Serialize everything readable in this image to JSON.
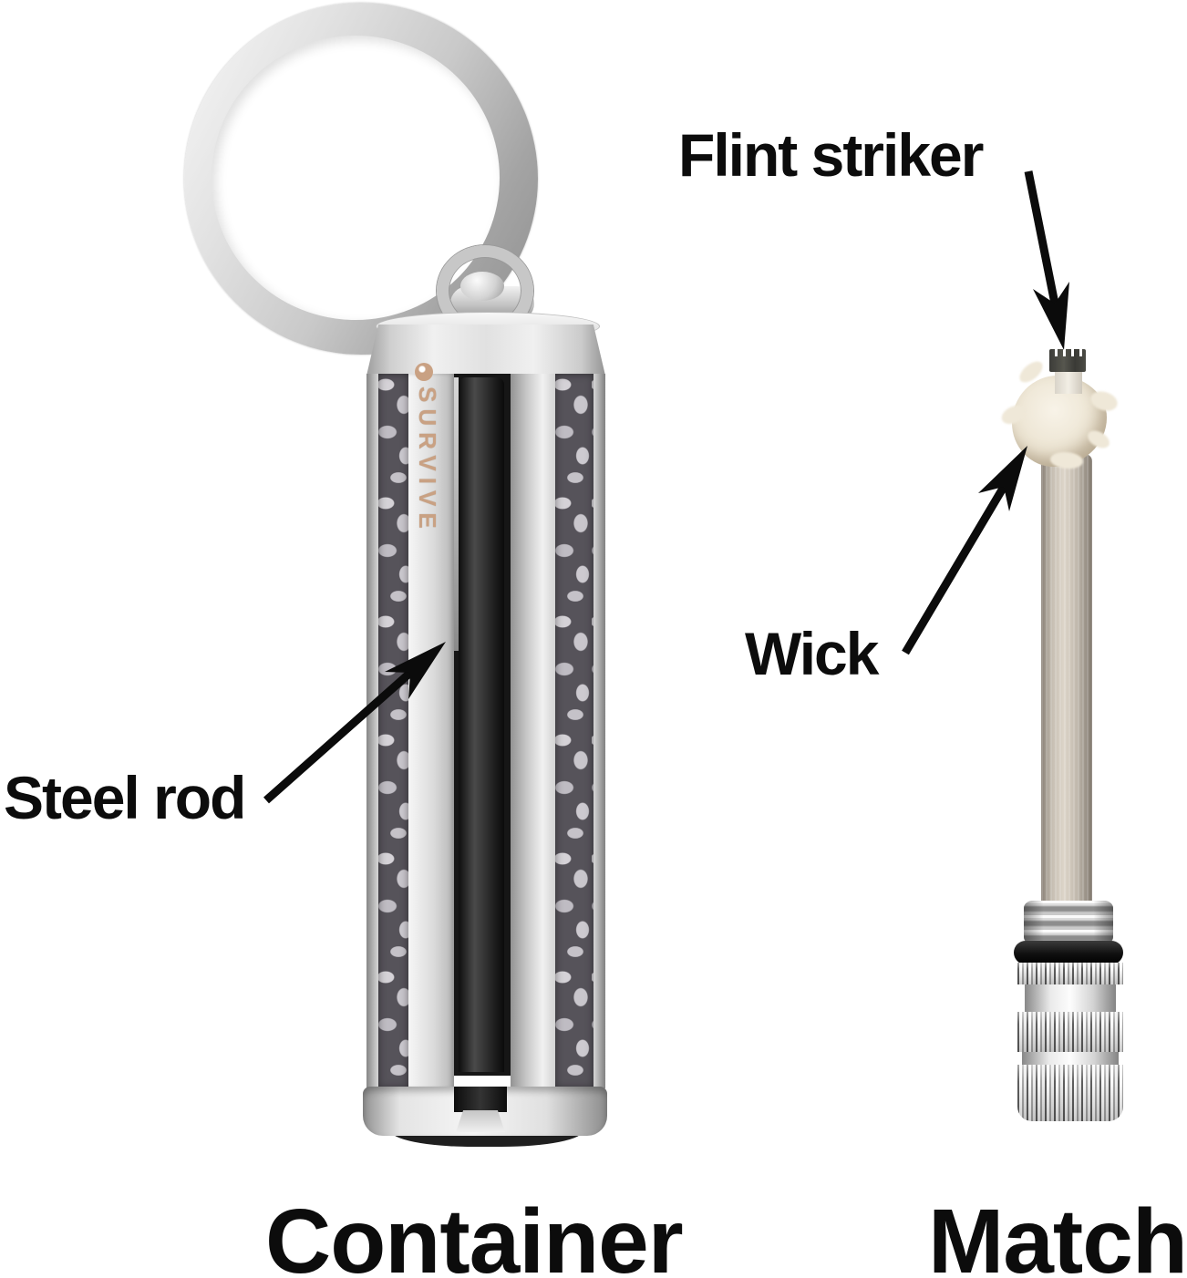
{
  "diagram": {
    "background_color": "#ffffff",
    "brand": {
      "name": "SURVIVE",
      "color": "#c9a183"
    },
    "labels": {
      "flint_striker": "Flint striker",
      "wick": "Wick",
      "steel_rod": "Steel rod"
    },
    "captions": {
      "container": "Container",
      "match": "Match"
    },
    "label_color": "#0c0c0c",
    "colors": {
      "silver_light": "#f4f4f4",
      "silver_mid": "#c9c9c9",
      "silver_dark": "#8d8d8d",
      "ferro_rod_dark": "#161616",
      "croc_panel": "#56535a",
      "wick_ivory": "#ece4d2",
      "match_rod": "#c7bfb3",
      "o_ring_black": "#101010",
      "arrow_black": "#0b0b0b"
    }
  }
}
